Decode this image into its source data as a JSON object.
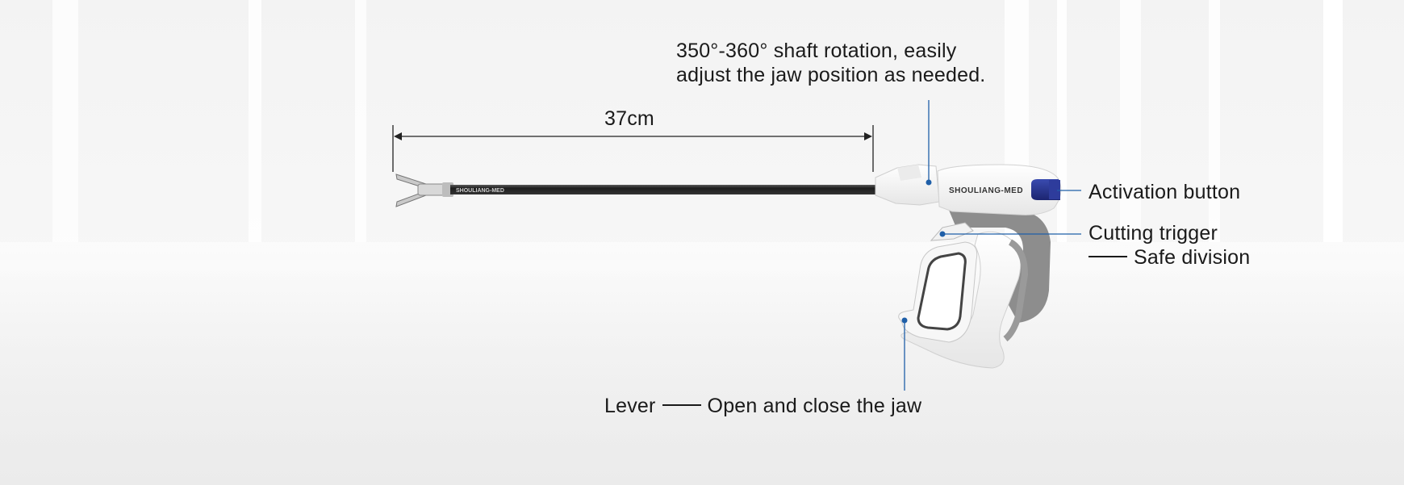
{
  "brand": "SHOULIANG-MED",
  "annotations": {
    "rotation_line1": "350°-360° shaft rotation, easily",
    "rotation_line2": "adjust the jaw position as needed.",
    "length": "37cm",
    "activation": "Activation button",
    "cutting_trigger": "Cutting trigger",
    "safe_division": "Safe division",
    "lever": "Lever",
    "lever_desc": "Open and close the jaw"
  },
  "colors": {
    "leader_line": "#1f5fa8",
    "activation_button": "#2b3a8f",
    "shaft": "#2a2a2a",
    "handle_white": "#fbfbfb",
    "handle_grey": "#8a8a8a"
  }
}
